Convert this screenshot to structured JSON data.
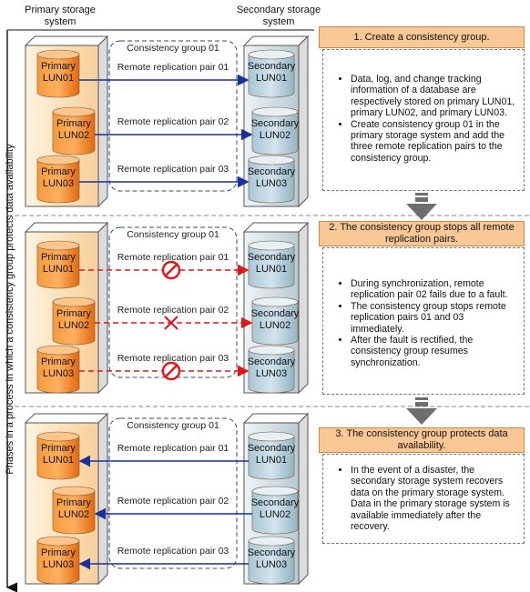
{
  "headers": {
    "primary": [
      "Primary storage",
      "system"
    ],
    "secondary": [
      "Secondary storage",
      "system"
    ],
    "vertical_axis": "Phases in a process in which a consistency group protects data availability"
  },
  "phases": [
    {
      "group_label": "Consistency group 01",
      "pairs": [
        "Remote replication pair 01",
        "Remote replication pair 02",
        "Remote replication pair 03"
      ],
      "primary_luns": [
        [
          "Primary",
          "LUN01"
        ],
        [
          "Primary",
          "LUN02"
        ],
        [
          "Primary",
          "LUN03"
        ]
      ],
      "secondary_luns": [
        [
          "Secondary",
          "LUN01"
        ],
        [
          "Secondary",
          "LUN02"
        ],
        [
          "Secondary",
          "LUN03"
        ]
      ],
      "state": "replicating",
      "title": "1. Create a consistency group.",
      "bullets": [
        "Data, log, and change tracking information of a database are respectively stored on primary LUN01, primary LUN02, and primary LUN03.",
        "Create consistency group 01 in the primary storage system and add the three remote replication pairs to the consistency group."
      ]
    },
    {
      "group_label": "Consistency group 01",
      "pairs": [
        "Remote replication pair 01",
        "Remote replication pair 02",
        "Remote replication pair 03"
      ],
      "primary_luns": [
        [
          "Primary",
          "LUN01"
        ],
        [
          "Primary",
          "LUN02"
        ],
        [
          "Primary",
          "LUN03"
        ]
      ],
      "secondary_luns": [
        [
          "Secondary",
          "LUN01"
        ],
        [
          "Secondary",
          "LUN02"
        ],
        [
          "Secondary",
          "LUN03"
        ]
      ],
      "state": "stopped",
      "title": "2. The consistency group stops all remote replication pairs.",
      "bullets": [
        "During synchronization, remote replication pair 02 fails due to a fault.",
        "The consistency group stops remote replication pairs 01 and 03 immediately.",
        "After the fault is rectified, the consistency group resumes synchronization."
      ]
    },
    {
      "group_label": "Consistency group 01",
      "pairs": [
        "Remote replication pair 01",
        "Remote replication pair 02",
        "Remote replication pair 03"
      ],
      "primary_luns": [
        [
          "Primary",
          "LUN01"
        ],
        [
          "Primary",
          "LUN02"
        ],
        [
          "Primary",
          "LUN03"
        ]
      ],
      "secondary_luns": [
        [
          "Secondary",
          "LUN01"
        ],
        [
          "Secondary",
          "LUN02"
        ],
        [
          "Secondary",
          "LUN03"
        ]
      ],
      "state": "recovering",
      "title": "3. The consistency group protects data availability.",
      "bullets": [
        "In the event of a disaster, the secondary storage system recovers data on the primary storage system. Data in the primary storage system is available immediately after the recovery."
      ]
    }
  ],
  "colors": {
    "arrow_blue": "#1a2f9a",
    "arrow_red": "#e0161b",
    "primary_lun": "#f07a1a",
    "secondary_lun": "#b9d3e0",
    "title_fill": "#f9c896",
    "phase_arrow": "#6d6e70"
  }
}
